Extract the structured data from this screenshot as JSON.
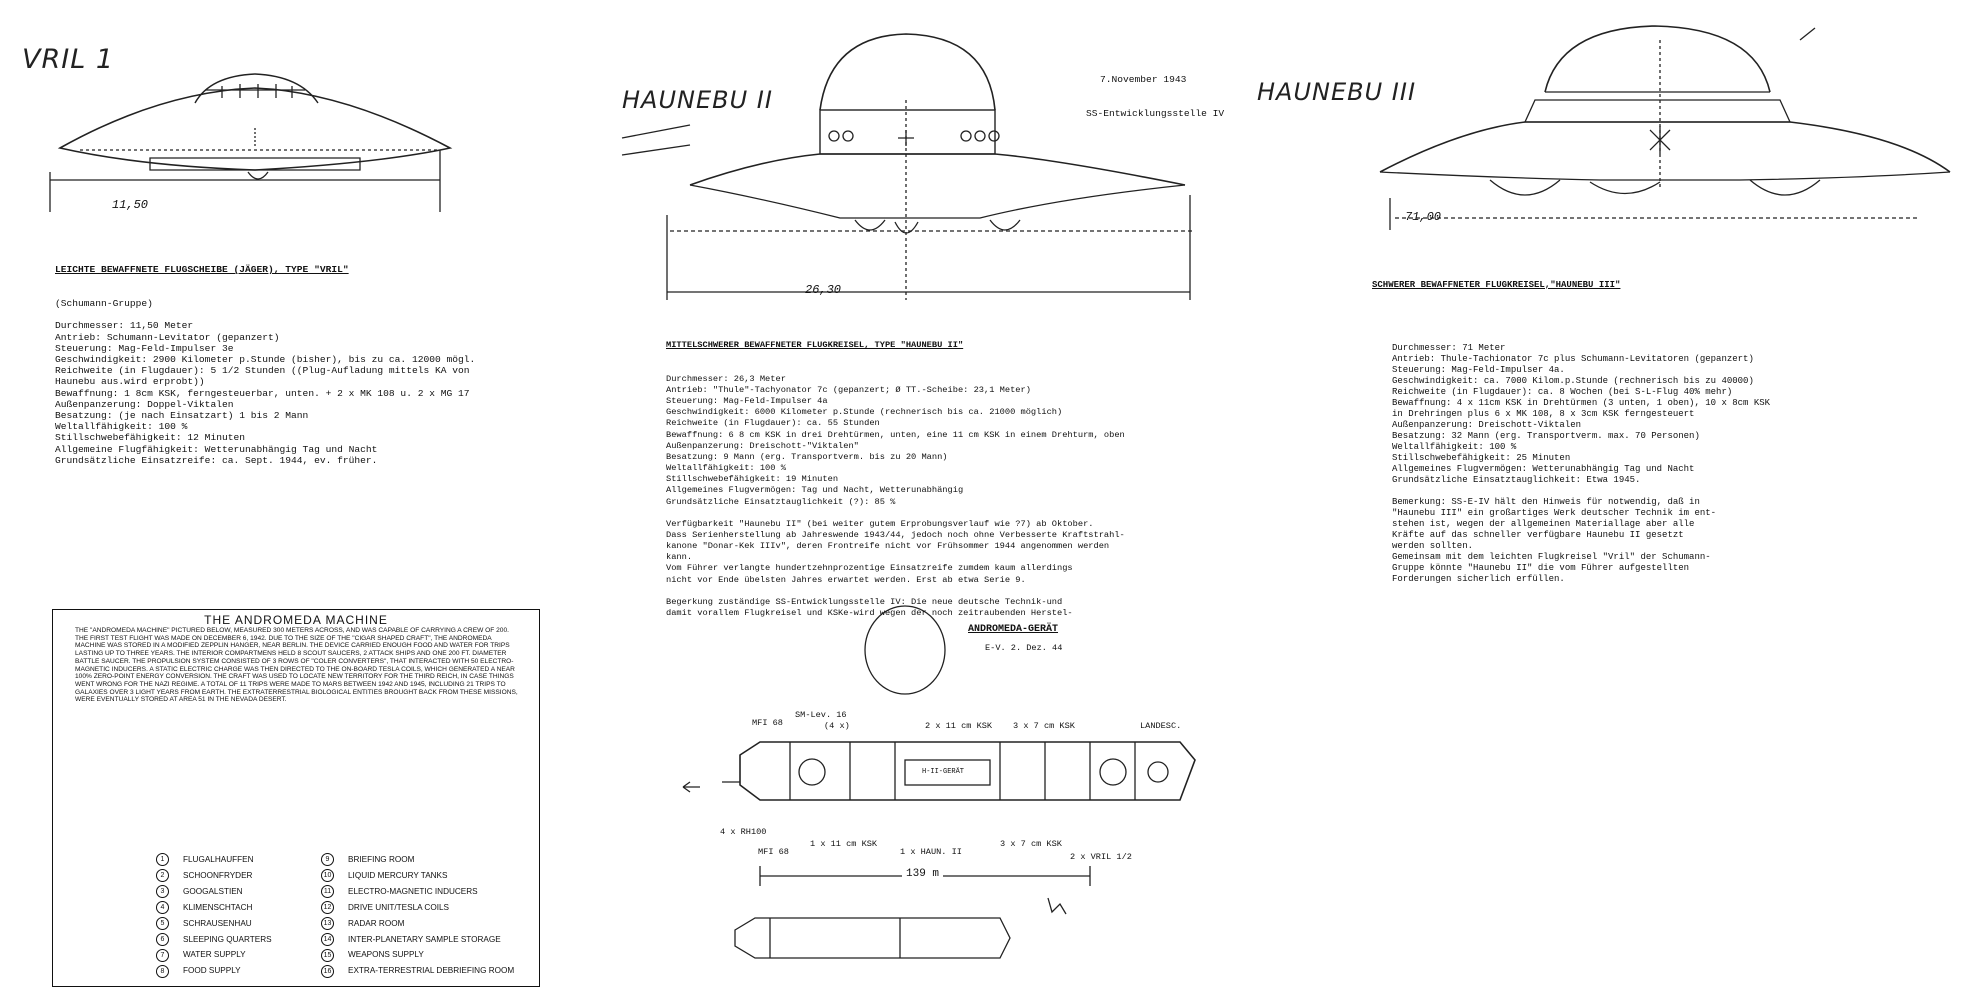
{
  "vril": {
    "title": "VRIL 1",
    "dimension": "11,50",
    "heading": "LEICHTE BEWAFFNETE FLUGSCHEIBE (JÄGER), TYPE \"VRIL\"",
    "lines": [
      "(Schumann-Gruppe)",
      "",
      "Durchmesser: 11,50 Meter",
      "Antrieb: Schumann-Levitator (gepanzert)",
      "Steuerung: Mag-Feld-Impulser 3e",
      "Geschwindigkeit: 2900 Kilometer p.Stunde (bisher), bis zu ca. 12000 mögl.",
      "Reichweite (in Flugdauer): 5 1/2 Stunden ((Plug-Aufladung mittels KA von",
      "Haunebu aus.wird erprobt))",
      "Bewaffnung: 1 8cm KSK, ferngesteuerbar, unten. + 2 x MK 108 u. 2 x MG 17",
      "Außenpanzerung: Doppel-Viktalen",
      "Besatzung: (je nach Einsatzart) 1 bis 2 Mann",
      "Weltallfähigkeit: 100 %",
      "Stillschwebefähigkeit: 12 Minuten",
      "Allgemeine Flugfähigkeit: Wetterunabhängig Tag und Nacht",
      "Grundsätzliche Einsatzreife: ca. Sept. 1944, ev. früher."
    ]
  },
  "haunebu2": {
    "title": "HAUNEBU II",
    "date_line1": "7.November 1943",
    "date_line2": "SS-Entwicklungsstelle IV",
    "dimension": "26,30",
    "heading": "MITTELSCHWERER BEWAFFNETER FLUGKREISEL, TYPE \"HAUNEBU II\"",
    "lines": [
      "Durchmesser: 26,3 Meter",
      "Antrieb: \"Thule\"-Tachyonator 7c (gepanzert; Ø TT.-Scheibe: 23,1 Meter)",
      "Steuerung: Mag-Feld-Impulser 4a",
      "Geschwindigkeit: 6000 Kilometer p.Stunde (rechnerisch bis ca. 21000 möglich)",
      "Reichweite (in Flugdauer): ca. 55 Stunden",
      "Bewaffnung: 6 8 cm KSK in drei Drehtürmen, unten, eine 11 cm KSK in einem Drehturm, oben",
      "Außenpanzerung: Dreischott-\"Viktalen\"",
      "Besatzung: 9 Mann (erg. Transportverm. bis zu 20 Mann)",
      "Weltallfähigkeit: 100 %",
      "Stillschwebefähigkeit: 19 Minuten",
      "Allgemeines Flugvermögen: Tag und Nacht, Wetterunabhängig",
      "Grundsätzliche Einsatztauglichkeit (?): 85 %",
      "",
      "Verfügbarkeit \"Haunebu II\" (bei weiter gutem Erprobungsverlauf wie ?7) ab Oktober.",
      "Dass Serienherstellung ab Jahreswende 1943/44, jedoch noch ohne Verbesserte Kraftstrahl-",
      "kanone \"Donar-Kek IIIv\", deren Frontreife nicht vor Frühsommer 1944 angenommen werden",
      "kann.",
      "Vom Führer verlangte hundertzehnprozentige Einsatzreife zumdem kaum allerdings",
      "nicht vor Ende übelsten Jahres erwartet werden. Erst ab etwa Serie 9.",
      "",
      "Begerkung zuständige SS-Entwicklungsstelle IV: Die neue deutsche Technik-und",
      "damit vorallem Flugkreisel und KSKe-wird wegen der noch zeitraubenden Herstel-"
    ]
  },
  "haunebu3": {
    "title": "HAUNEBU III",
    "dimension": "71,00",
    "heading": "SCHWERER BEWAFFNETER FLUGKREISEL,\"HAUNEBU III\"",
    "lines": [
      "Durchmesser: 71 Meter",
      "Antrieb: Thule-Tachionator 7c plus Schumann-Levitatoren (gepanzert)",
      "Steuerung: Mag-Feld-Impulser 4a.",
      "Geschwindigkeit: ca. 7000 Kilom.p.Stunde (rechnerisch bis zu 40000)",
      "Reichweite (in Flugdauer): ca. 8 Wochen (bei S-L-Flug 40% mehr)",
      "Bewaffnung: 4 x 11cm KSK in Drehtürmen (3 unten, 1 oben), 10 x 8cm KSK",
      "in Drehringen plus 6 x MK 108, 8 x 3cm KSK ferngesteuert",
      "Außenpanzerung: Dreischott-Viktalen",
      "Besatzung: 32 Mann (erg. Transportverm. max. 70 Personen)",
      "Weltallfähigkeit: 100 %",
      "Stillschwebefähigkeit: 25 Minuten",
      "Allgemeines Flugvermögen: Wetterunabhängig Tag und Nacht",
      "Grundsätzliche Einsatztauglichkeit: Etwa 1945.",
      "",
      "Bemerkung: SS-E-IV hält den Hinweis für notwendig, daß in",
      "\"Haunebu III\" ein großartiges Werk deutscher Technik im ent-",
      "stehen ist, wegen der allgemeinen Materiallage aber alle",
      "Kräfte auf das schneller verfügbare Haunebu II gesetzt",
      "werden sollten.",
      "Gemeinsam mit dem leichten Flugkreisel \"Vril\" der Schumann-",
      "Gruppe könnte \"Haunebu II\" die vom Führer aufgestellten",
      "Forderungen sicherlich erfüllen."
    ]
  },
  "andromeda_machine": {
    "title": "THE ANDROMEDA MACHINE",
    "text": "THE \"ANDROMEDA MACHINE\" PICTURED BELOW, MEASURED 300 METERS ACROSS, AND WAS CAPABLE OF CARRYING A CREW OF 200. THE FIRST TEST FLIGHT WAS MADE ON DECEMBER 6, 1942. DUE TO THE SIZE OF THE \"CIGAR SHAPED CRAFT\", THE ANDROMEDA MACHINE WAS STORED IN A MODIFIED ZEPPLIN HANGER, NEAR BERLIN. THE DEVICE CARRIED ENOUGH FOOD AND WATER FOR TRIPS LASTING UP TO THREE YEARS. THE INTERIOR COMPARTMENS HELD 8 SCOUT SAUCERS, 2 ATTACK SHIPS AND ONE 200 FT. DIAMETER BATTLE SAUCER. THE PROPULSION SYSTEM CONSISTED OF 3 ROWS OF \"COLER CONVERTERS\", THAT INTERACTED WITH 50 ELECTRO-MAGNETIC INDUCERS. A STATIC ELECTRIC CHARGE WAS THEN DIRECTED TO THE ON-BOARD TESLA COILS, WHICH GENERATED A NEAR 100% ZERO-POINT ENERGY CONVERSION. THE CRAFT WAS USED TO LOCATE NEW TERRITORY FOR THE THIRD REICH, IN CASE THINGS WENT WRONG FOR THE NAZI REGIME. A TOTAL OF 11 TRIPS WERE MADE TO MARS BETWEEN 1942 AND 1945, INCLUDING 21 TRIPS TO GALAXIES OVER 3 LIGHT YEARS FROM EARTH. THE EXTRATERRESTRIAL BIOLOGICAL ENTITIES BROUGHT BACK FROM THESE MISSIONS, WERE EVENTUALLY STORED AT AREA 51 IN THE NEVADA DESERT.",
    "legend_left": [
      {
        "n": "1",
        "label": "FLUGALHAUFFEN"
      },
      {
        "n": "2",
        "label": "SCHOONFRYDER"
      },
      {
        "n": "3",
        "label": "GOOGALSTIEN"
      },
      {
        "n": "4",
        "label": "KLIMENSCHTACH"
      },
      {
        "n": "5",
        "label": "SCHRAUSENHAU"
      },
      {
        "n": "6",
        "label": "SLEEPING QUARTERS"
      },
      {
        "n": "7",
        "label": "WATER SUPPLY"
      },
      {
        "n": "8",
        "label": "FOOD SUPPLY"
      }
    ],
    "legend_right": [
      {
        "n": "9",
        "label": "BRIEFING ROOM"
      },
      {
        "n": "10",
        "label": "LIQUID MERCURY TANKS"
      },
      {
        "n": "11",
        "label": "ELECTRO-MAGNETIC INDUCERS"
      },
      {
        "n": "12",
        "label": "DRIVE UNIT/TESLA COILS"
      },
      {
        "n": "13",
        "label": "RADAR ROOM"
      },
      {
        "n": "14",
        "label": "INTER-PLANETARY SAMPLE STORAGE"
      },
      {
        "n": "15",
        "label": "WEAPONS SUPPLY"
      },
      {
        "n": "16",
        "label": "EXTRA-TERRESTRIAL DEBRIEFING ROOM"
      }
    ]
  },
  "andromeda_geraet": {
    "title": "ANDROMEDA-GERÄT",
    "subtitle": "E-V. 2. Dez. 44",
    "labels": {
      "mfi_top": "MFI 68",
      "sm_lev": "SM-Lev. 16",
      "sm_lev_count": "(4 x)",
      "ksk_11_top": "2 x 11 cm KSK",
      "ksk_7_top": "3 x 7 cm KSK",
      "landesc": "LANDESC.",
      "rh100": "4 x RH100",
      "mfi_bottom": "MFI 68",
      "ksk_11_bottom": "1 x 11 cm KSK",
      "haun": "1 x HAUN. II",
      "ksk_7_bottom": "3 x 7 cm KSK",
      "vril": "2 x VRIL 1/2",
      "length": "139 m",
      "center": "H-II-GERÄT"
    }
  }
}
